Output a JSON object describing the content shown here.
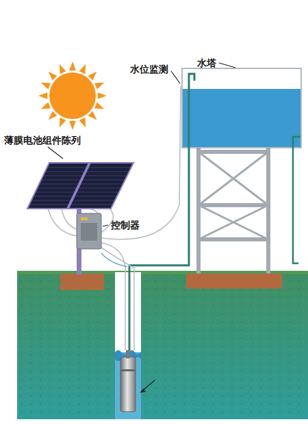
{
  "diagram": {
    "labels": [
      "水塔",
      "水位监测",
      "薄膜电池组件陈列",
      "控制器"
    ]
  }
}
